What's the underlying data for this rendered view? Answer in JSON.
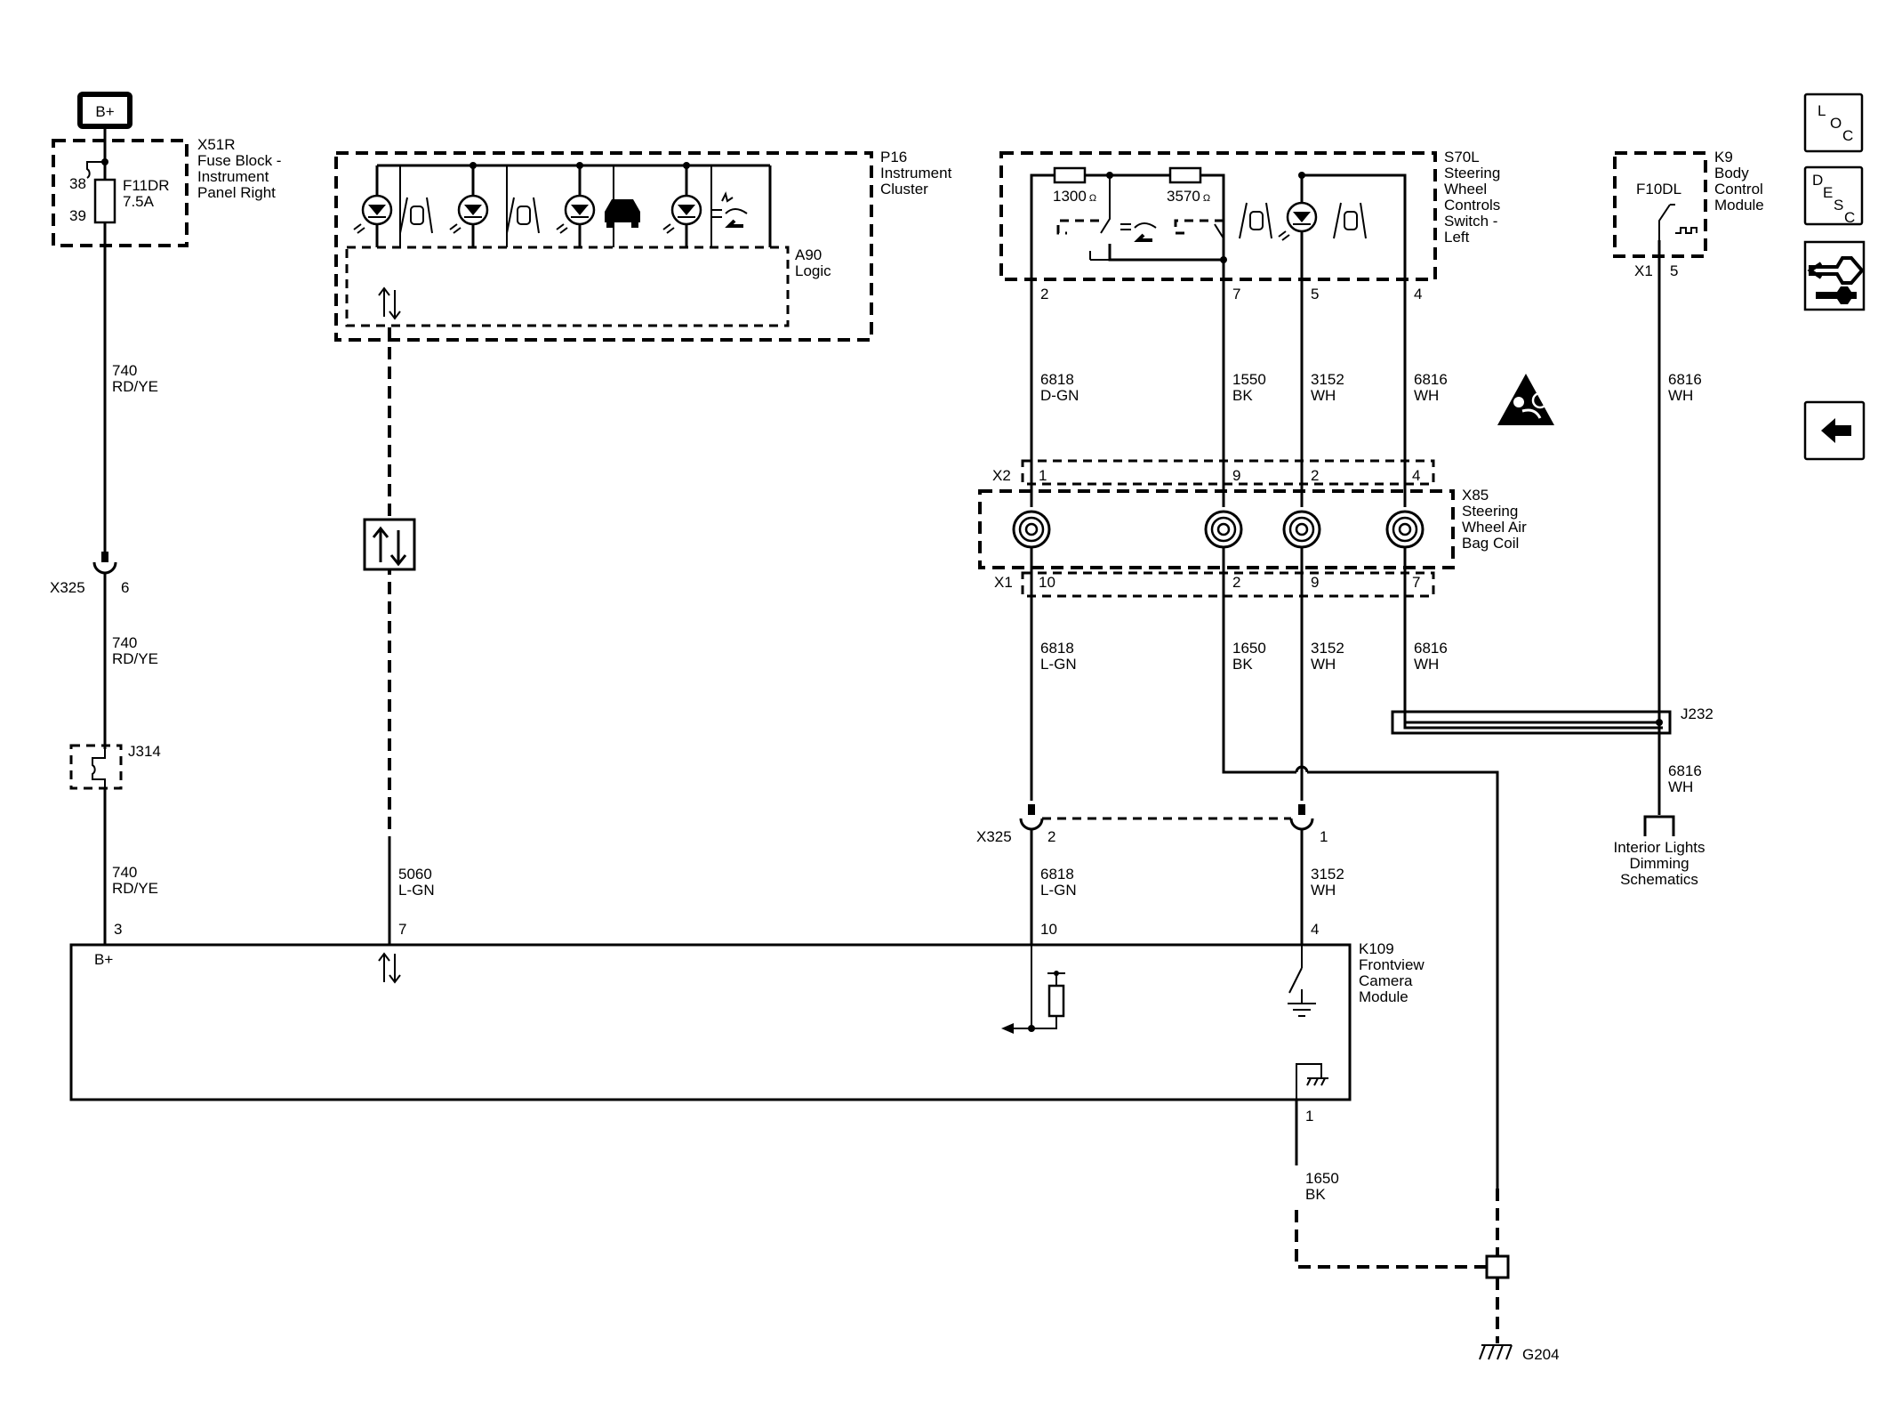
{
  "power": {
    "bplus": "B+"
  },
  "fuse_block": {
    "id": "X51R",
    "l1": "Fuse Block -",
    "l2": "Instrument",
    "l3": "Panel Right",
    "pin_a": "38",
    "pin_b": "39",
    "fuse": "F11DR",
    "rating": "7.5A"
  },
  "wire_740_a": {
    "circuit": "740",
    "color": "RD/YE"
  },
  "x325_top": {
    "id": "X325",
    "pin": "6"
  },
  "wire_740_b": {
    "circuit": "740",
    "color": "RD/YE"
  },
  "j314": {
    "id": "J314"
  },
  "wire_740_c": {
    "circuit": "740",
    "color": "RD/YE"
  },
  "cluster": {
    "id": "P16",
    "l1": "Instrument",
    "l2": "Cluster",
    "logic_id": "A90",
    "logic_label": "Logic"
  },
  "wire_5060": {
    "circuit": "5060",
    "color": "L-GN"
  },
  "switch": {
    "id": "S70L",
    "l1": "Steering",
    "l2": "Wheel",
    "l3": "Controls",
    "l4": "Switch -",
    "l5": "Left",
    "r1": "1300",
    "r2": "3570",
    "ohm": "Ω",
    "pins": [
      "2",
      "7",
      "5",
      "4"
    ]
  },
  "switch_wires": [
    {
      "circuit": "6818",
      "color": "D-GN"
    },
    {
      "circuit": "1550",
      "color": "BK"
    },
    {
      "circuit": "3152",
      "color": "WH"
    },
    {
      "circuit": "6816",
      "color": "WH"
    }
  ],
  "coil": {
    "id": "X85",
    "l1": "Steering",
    "l2": "Wheel Air",
    "l3": "Bag Coil",
    "x2": "X2",
    "x1": "X1",
    "x2_pins": [
      "1",
      "9",
      "2",
      "4"
    ],
    "x1_pins": [
      "10",
      "2",
      "9",
      "7"
    ]
  },
  "coil_wires": [
    {
      "circuit": "6818",
      "color": "L-GN"
    },
    {
      "circuit": "1650",
      "color": "BK"
    },
    {
      "circuit": "3152",
      "color": "WH"
    },
    {
      "circuit": "6816",
      "color": "WH"
    }
  ],
  "bcm": {
    "id": "K9",
    "l1": "Body",
    "l2": "Control",
    "l3": "Module",
    "fuse": "F10DL",
    "conn": "X1",
    "pin": "5"
  },
  "wire_6816_bcm": {
    "circuit": "6816",
    "color": "WH"
  },
  "j232": {
    "id": "J232"
  },
  "wire_6816_j": {
    "circuit": "6816",
    "color": "WH"
  },
  "dimming": {
    "l1": "Interior Lights",
    "l2": "Dimming",
    "l3": "Schematics"
  },
  "x325_bottom": {
    "id": "X325",
    "pin_a": "2",
    "pin_b": "1"
  },
  "wire_6818_low": {
    "circuit": "6818",
    "color": "L-GN"
  },
  "wire_3152_low": {
    "circuit": "3152",
    "color": "WH"
  },
  "camera": {
    "id": "K109",
    "l1": "Frontview",
    "l2": "Camera",
    "l3": "Module",
    "bplus": "B+",
    "pins": [
      "3",
      "7",
      "10",
      "4"
    ],
    "ground_pin": "1"
  },
  "wire_1650_ground": {
    "circuit": "1650",
    "color": "BK"
  },
  "ground": {
    "id": "G204"
  },
  "nav": {
    "loc": [
      "L",
      "O",
      "C"
    ],
    "desc": [
      "D",
      "E",
      "S",
      "C"
    ]
  }
}
